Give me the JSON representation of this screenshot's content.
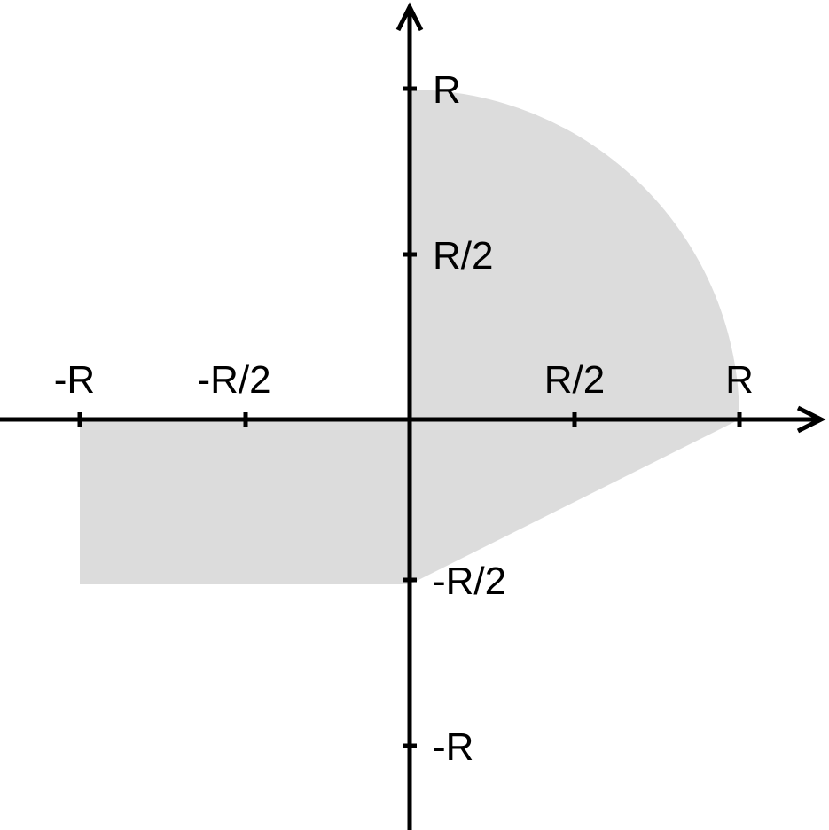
{
  "diagram": {
    "x_ticks": [
      {
        "id": "neg-r",
        "label": "-R",
        "value": -1
      },
      {
        "id": "neg-half-r",
        "label": "-R/2",
        "value": -0.5
      },
      {
        "id": "half-r",
        "label": "R/2",
        "value": 0.5
      },
      {
        "id": "r",
        "label": "R",
        "value": 1
      }
    ],
    "y_ticks": [
      {
        "id": "r",
        "label": "R",
        "value": 1
      },
      {
        "id": "half-r",
        "label": "R/2",
        "value": 0.5
      },
      {
        "id": "neg-half-r",
        "label": "-R/2",
        "value": -0.5
      },
      {
        "id": "neg-r",
        "label": "-R",
        "value": -1
      }
    ],
    "shaded_region": {
      "fill": "#dcdcdc",
      "parts": [
        {
          "shape": "quarter-circle",
          "quadrant": "upper-right",
          "radius": 1
        },
        {
          "shape": "rectangle",
          "x_range": [
            -1,
            0
          ],
          "y_range": [
            -0.5,
            0
          ]
        },
        {
          "shape": "triangle",
          "vertices": [
            [
              0,
              0
            ],
            [
              1,
              0
            ],
            [
              0,
              -0.5
            ]
          ]
        }
      ]
    },
    "axis_color": "#000000"
  }
}
